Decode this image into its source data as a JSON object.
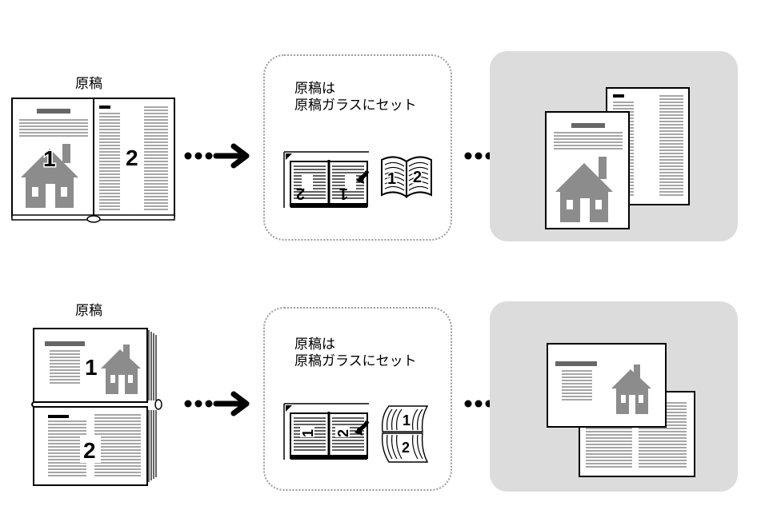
{
  "rows": [
    {
      "original_label": "原稿",
      "instruction_line1": "原稿は",
      "instruction_line2": "原稿ガラスにセット",
      "page_numbers": [
        "1",
        "2"
      ]
    },
    {
      "original_label": "原稿",
      "instruction_line1": "原稿は",
      "instruction_line2": "原稿ガラスにセット",
      "page_numbers": [
        "1",
        "2"
      ]
    }
  ],
  "colors": {
    "result_panel": "#dcdcdc",
    "dotted_border": "#9a9a9a",
    "graphic_gray": "#8c8c8c",
    "text_lines": "#888888",
    "heading_bar": "#666666"
  }
}
